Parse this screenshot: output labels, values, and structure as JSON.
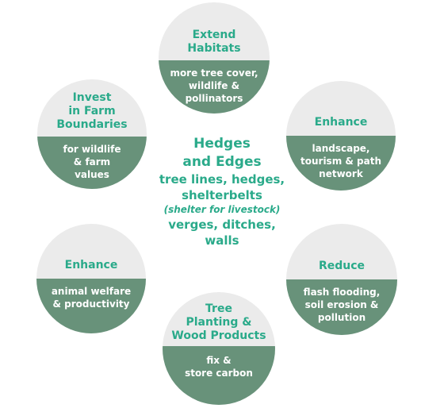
{
  "center": {
    "title": [
      "Hedges",
      "and Edges"
    ],
    "lines": [
      "tree lines, hedges,",
      "shelterbelts"
    ],
    "note": "(shelter for livestock)",
    "lines2": [
      "verges, ditches,",
      "walls"
    ]
  },
  "circles": {
    "extend": {
      "heading": [
        "Extend",
        "Habitats"
      ],
      "detail": [
        "more tree cover,",
        "wildlife &",
        "pollinators"
      ]
    },
    "invest": {
      "heading": [
        "Invest",
        "in Farm",
        "Boundaries"
      ],
      "detail": [
        "for wildlife",
        "& farm",
        "values"
      ]
    },
    "enhance_landscape": {
      "heading": [
        "Enhance"
      ],
      "detail": [
        "landscape,",
        "tourism & path",
        "network"
      ]
    },
    "enhance_welfare": {
      "heading": [
        "Enhance"
      ],
      "detail": [
        "animal welfare",
        "& productivity"
      ]
    },
    "reduce": {
      "heading": [
        "Reduce"
      ],
      "detail": [
        "flash flooding,",
        "soil erosion &",
        "pollution"
      ]
    },
    "tree": {
      "heading": [
        "Tree",
        "Planting &",
        "Wood Products"
      ],
      "detail": [
        "fix &",
        "store carbon"
      ]
    }
  },
  "colors": {
    "accent": "#2aaa8a",
    "circle_top": "#ebebeb",
    "circle_bottom": "#68927a"
  }
}
